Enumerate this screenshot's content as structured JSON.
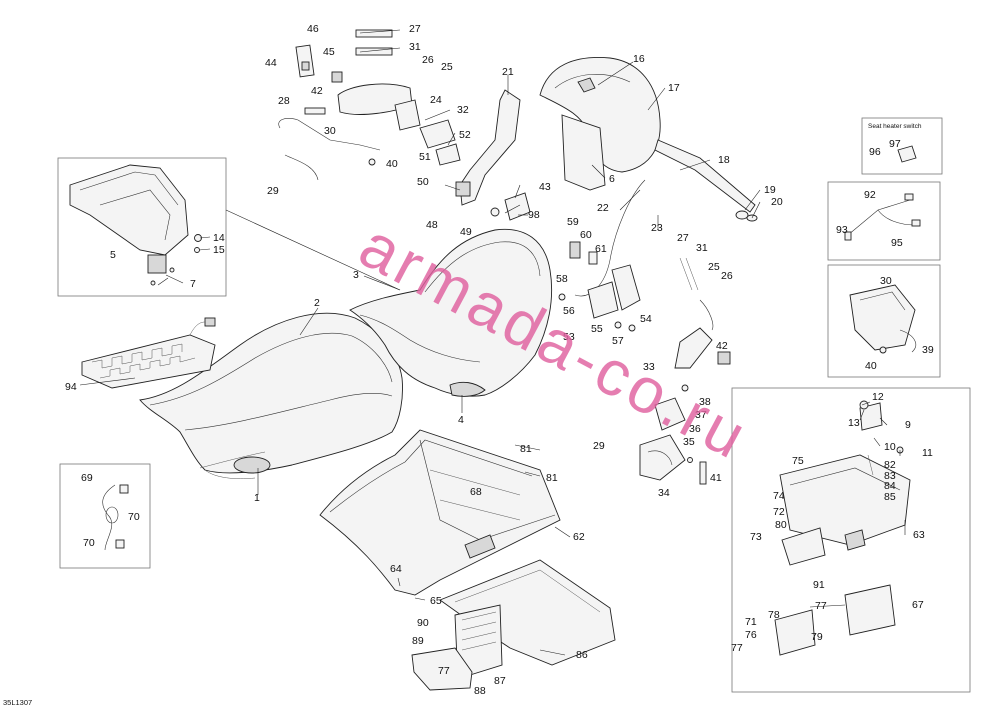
{
  "diagram": {
    "document_number": "35L1307",
    "watermark": "armada-co.ru",
    "inset_label": "Seat heater switch",
    "callouts": {
      "c1": "1",
      "c2": "2",
      "c3": "3",
      "c4": "4",
      "c5": "5",
      "c6": "6",
      "c7": "7",
      "c9": "9",
      "c10": "10",
      "c11": "11",
      "c12": "12",
      "c13": "13",
      "c14": "14",
      "c15": "15",
      "c16": "16",
      "c17": "17",
      "c18": "18",
      "c19": "19",
      "c20": "20",
      "c21": "21",
      "c22": "22",
      "c23": "23",
      "c24": "24",
      "c25a": "25",
      "c25b": "25",
      "c26a": "26",
      "c26b": "26",
      "c27a": "27",
      "c27b": "27",
      "c28": "28",
      "c29a": "29",
      "c29b": "29",
      "c30a": "30",
      "c30b": "30",
      "c31a": "31",
      "c31b": "31",
      "c32": "32",
      "c33": "33",
      "c34": "34",
      "c35": "35",
      "c36": "36",
      "c37": "37",
      "c38": "38",
      "c39": "39",
      "c40a": "40",
      "c40b": "40",
      "c41": "41",
      "c42a": "42",
      "c42b": "42",
      "c43": "43",
      "c44": "44",
      "c45": "45",
      "c46": "46",
      "c48": "48",
      "c49": "49",
      "c50": "50",
      "c51": "51",
      "c52": "52",
      "c53": "53",
      "c54": "54",
      "c55": "55",
      "c56": "56",
      "c57": "57",
      "c58": "58",
      "c59": "59",
      "c60": "60",
      "c61": "61",
      "c62": "62",
      "c63": "63",
      "c64": "64",
      "c65": "65",
      "c67": "67",
      "c68": "68",
      "c69": "69",
      "c70a": "70",
      "c70b": "70",
      "c71": "71",
      "c72": "72",
      "c73": "73",
      "c74": "74",
      "c75": "75",
      "c76": "76",
      "c77a": "77",
      "c77b": "77",
      "c77c": "77",
      "c78": "78",
      "c79": "79",
      "c80": "80",
      "c81a": "81",
      "c81b": "81",
      "c82": "82",
      "c83": "83",
      "c84": "84",
      "c85": "85",
      "c86": "86",
      "c87": "87",
      "c88": "88",
      "c89": "89",
      "c90": "90",
      "c91": "91",
      "c92": "92",
      "c93": "93",
      "c94": "94",
      "c95": "95",
      "c96": "96",
      "c97": "97",
      "c98": "98"
    }
  }
}
